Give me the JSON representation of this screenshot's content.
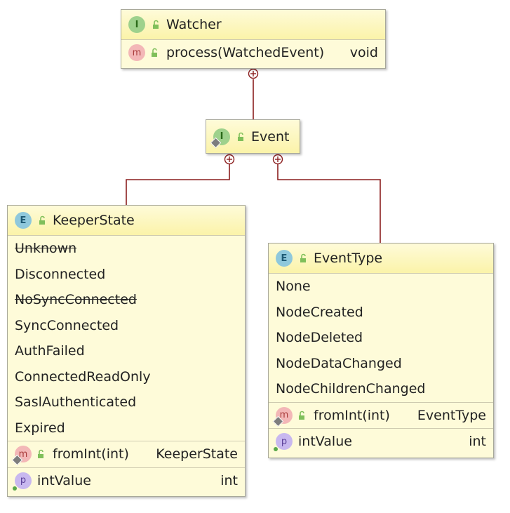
{
  "watcher": {
    "name": "Watcher",
    "kind": "I",
    "method": {
      "label": "process(WatchedEvent)",
      "type": "void"
    }
  },
  "event": {
    "name": "Event",
    "kind": "I"
  },
  "keeper_state": {
    "name": "KeeperState",
    "kind": "E",
    "constants": [
      {
        "label": "Unknown",
        "deprecated": true
      },
      {
        "label": "Disconnected",
        "deprecated": false
      },
      {
        "label": "NoSyncConnected",
        "deprecated": true
      },
      {
        "label": "SyncConnected",
        "deprecated": false
      },
      {
        "label": "AuthFailed",
        "deprecated": false
      },
      {
        "label": "ConnectedReadOnly",
        "deprecated": false
      },
      {
        "label": "SaslAuthenticated",
        "deprecated": false
      },
      {
        "label": "Expired",
        "deprecated": false
      }
    ],
    "method": {
      "label": "fromInt(int)",
      "type": "KeeperState"
    },
    "property": {
      "label": "intValue",
      "type": "int"
    }
  },
  "event_type": {
    "name": "EventType",
    "kind": "E",
    "constants": [
      {
        "label": "None"
      },
      {
        "label": "NodeCreated"
      },
      {
        "label": "NodeDeleted"
      },
      {
        "label": "NodeDataChanged"
      },
      {
        "label": "NodeChildrenChanged"
      }
    ],
    "method": {
      "label": "fromInt(int)",
      "type": "EventType"
    },
    "property": {
      "label": "intValue",
      "type": "int"
    }
  },
  "badge_letters": {
    "method": "m",
    "property": "p"
  },
  "colors": {
    "box_fill": "#fefbd9",
    "header_fill": "#fbf3a9",
    "link_line": "#8b1e1e",
    "interface_badge": "#9ed18c",
    "enum_badge": "#8fc8dc",
    "method_badge": "#f3b7b7",
    "property_badge": "#c8b8ef"
  },
  "icons": {
    "visibility": "unlocked-padlock-icon",
    "nested_marker": "circle-plus-icon"
  }
}
